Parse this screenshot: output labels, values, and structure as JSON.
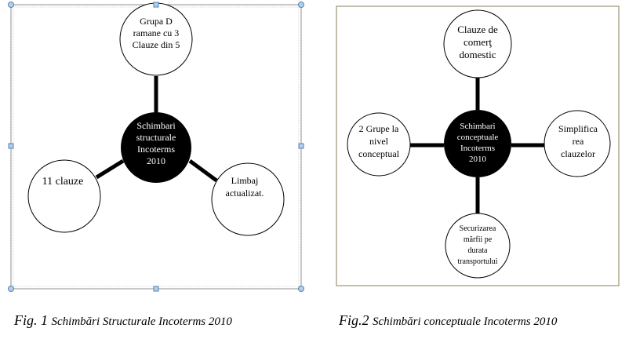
{
  "fig1": {
    "center": [
      "Schimbari",
      "structurale",
      "Incoterms",
      "2010"
    ],
    "top": [
      "Grupa D",
      "ramane cu 3",
      "Clauze din 5"
    ],
    "left": [
      "11 clauze"
    ],
    "right": [
      "Limbaj",
      "actualizat."
    ]
  },
  "fig2": {
    "center": [
      "Schimbari",
      "conceptuale",
      "Incoterms",
      "2010"
    ],
    "top": [
      "Clauze de",
      "comerţ",
      "domestic"
    ],
    "left": [
      "2 Grupe la",
      "nivel",
      "conceptual"
    ],
    "right": [
      "Simplifica",
      "rea",
      "clauzelor"
    ],
    "bottom": [
      "Securizarea",
      "mărfii pe",
      "durata",
      "transportului"
    ]
  },
  "captions": {
    "fig1_label": "Fig. 1",
    "fig1_text": "Schimbări Structurale Incoterms 2010",
    "fig2_label": "Fig.2",
    "fig2_text": "Schimbări conceptuale Incoterms 2010"
  },
  "colors": {
    "frame1": "#8f8f8f",
    "frame2": "#8a7d5a",
    "handle_fill": "#b9cde5",
    "handle_stroke": "#4f81bd",
    "center_fill": "#000000"
  }
}
